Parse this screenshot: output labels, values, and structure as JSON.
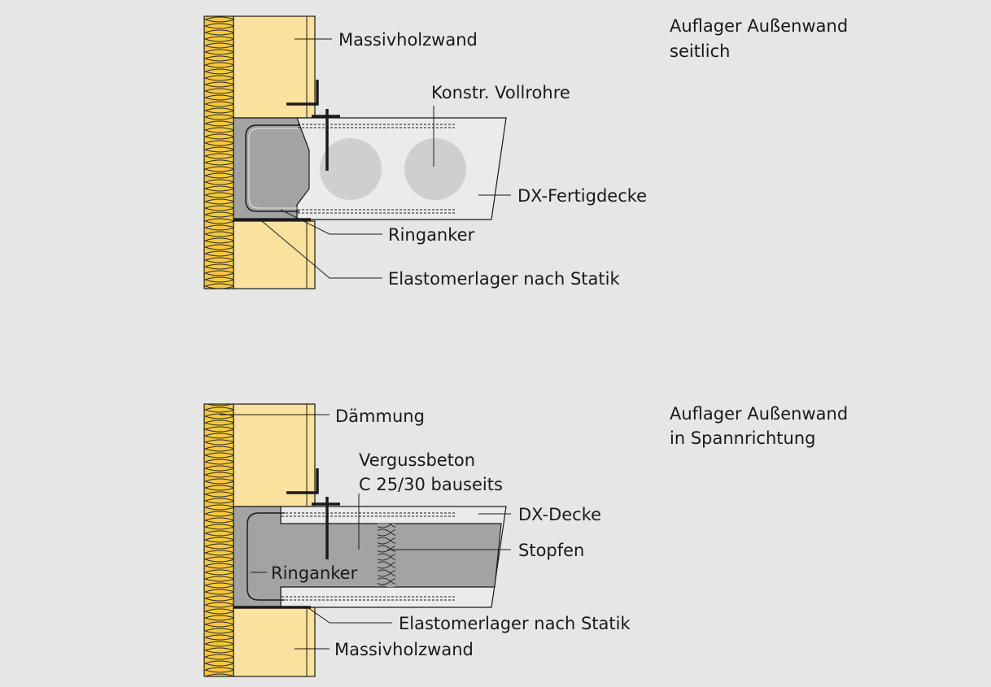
{
  "top_detail": {
    "title_line1": "Auflager Außenwand",
    "title_line2": "seitlich",
    "labels": {
      "massivholzwand": "Massivholzwand",
      "vollrohre": "Konstr. Vollrohre",
      "fertigdecke": "DX-Fertigdecke",
      "ringanker": "Ringanker",
      "elastomerlager": "Elastomerlager nach Statik"
    }
  },
  "bottom_detail": {
    "title_line1": "Auflager Außenwand",
    "title_line2": "in Spannrichtung",
    "labels": {
      "daemmung": "Dämmung",
      "vergussbeton_line1": "Vergussbeton",
      "vergussbeton_line2": "C 25/30 bauseits",
      "dx_decke": "DX-Decke",
      "stopfen": "Stopfen",
      "ringanker": "Ringanker",
      "elastomerlager": "Elastomerlager nach Statik",
      "massivholzwand": "Massivholzwand"
    }
  },
  "colors": {
    "background": "#e6e6e6",
    "timber": "#fae19e",
    "insulation": "#f6c83c",
    "concrete_ring": "#a3a3a3",
    "slab": "#ebebeb",
    "core": "#cfcfcf",
    "line": "#1a1a1a"
  }
}
